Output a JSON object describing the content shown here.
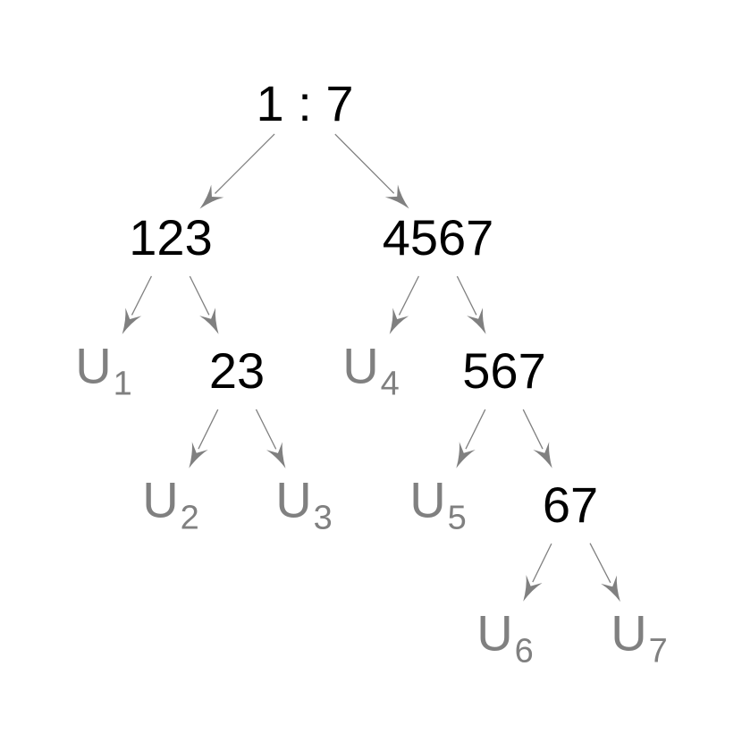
{
  "colors": {
    "internal_node_text": "#000000",
    "leaf_text": "#808080",
    "edge": "#808080",
    "background": "#ffffff"
  },
  "nodes": {
    "root": {
      "label": "1 : 7"
    },
    "n123": {
      "label": "123"
    },
    "n4567": {
      "label": "4567"
    },
    "n23": {
      "label": "23"
    },
    "n567": {
      "label": "567"
    },
    "n67": {
      "label": "67"
    },
    "u1": {
      "letter": "U",
      "index": "1"
    },
    "u2": {
      "letter": "U",
      "index": "2"
    },
    "u3": {
      "letter": "U",
      "index": "3"
    },
    "u4": {
      "letter": "U",
      "index": "4"
    },
    "u5": {
      "letter": "U",
      "index": "5"
    },
    "u6": {
      "letter": "U",
      "index": "6"
    },
    "u7": {
      "letter": "U",
      "index": "7"
    }
  },
  "edges": [
    {
      "from": "root",
      "to": "n123"
    },
    {
      "from": "root",
      "to": "n4567"
    },
    {
      "from": "n123",
      "to": "u1"
    },
    {
      "from": "n123",
      "to": "n23"
    },
    {
      "from": "n23",
      "to": "u2"
    },
    {
      "from": "n23",
      "to": "u3"
    },
    {
      "from": "n4567",
      "to": "u4"
    },
    {
      "from": "n4567",
      "to": "n567"
    },
    {
      "from": "n567",
      "to": "u5"
    },
    {
      "from": "n567",
      "to": "n67"
    },
    {
      "from": "n67",
      "to": "u6"
    },
    {
      "from": "n67",
      "to": "u7"
    }
  ]
}
